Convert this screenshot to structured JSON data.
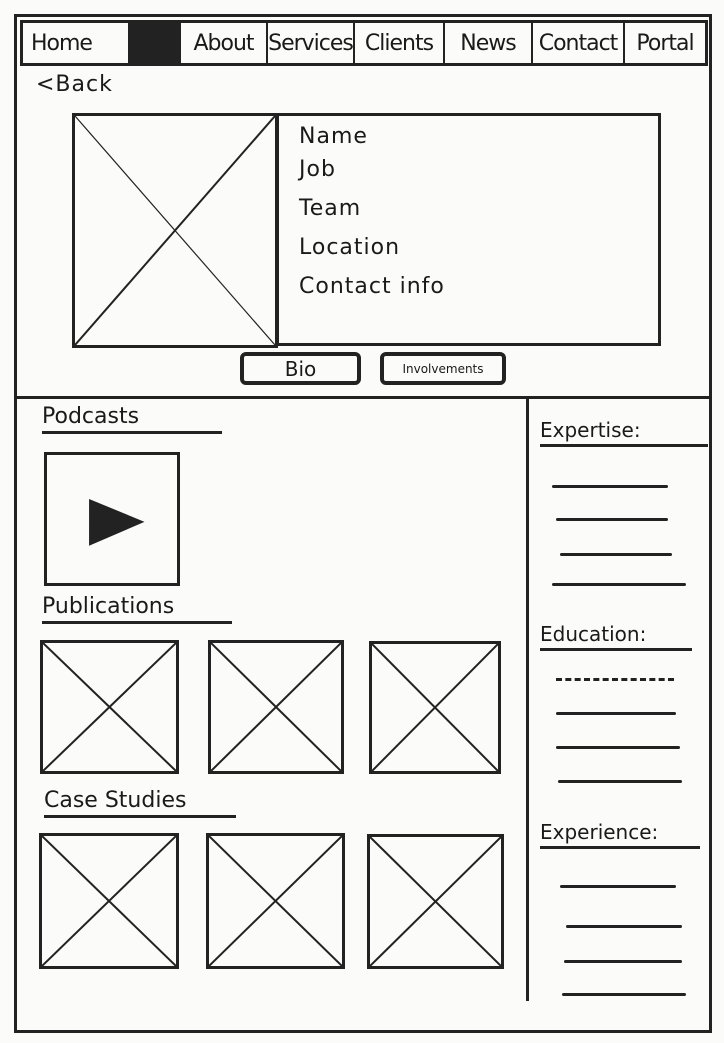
{
  "nav": {
    "items": [
      "Home",
      "",
      "About",
      "Services",
      "Clients",
      "News",
      "Contact",
      "Portal"
    ]
  },
  "back": "<Back",
  "profile": {
    "fields": [
      "Name",
      "Job",
      "Team",
      "Location",
      "Contact info"
    ]
  },
  "buttons": {
    "bio": "Bio",
    "involvements": "Involvements"
  },
  "sections": {
    "podcasts": "Podcasts",
    "publications": "Publications",
    "case_studies": "Case Studies"
  },
  "sidebar": {
    "expertise": "Expertise:",
    "education": "Education:",
    "experience": "Experience:"
  }
}
